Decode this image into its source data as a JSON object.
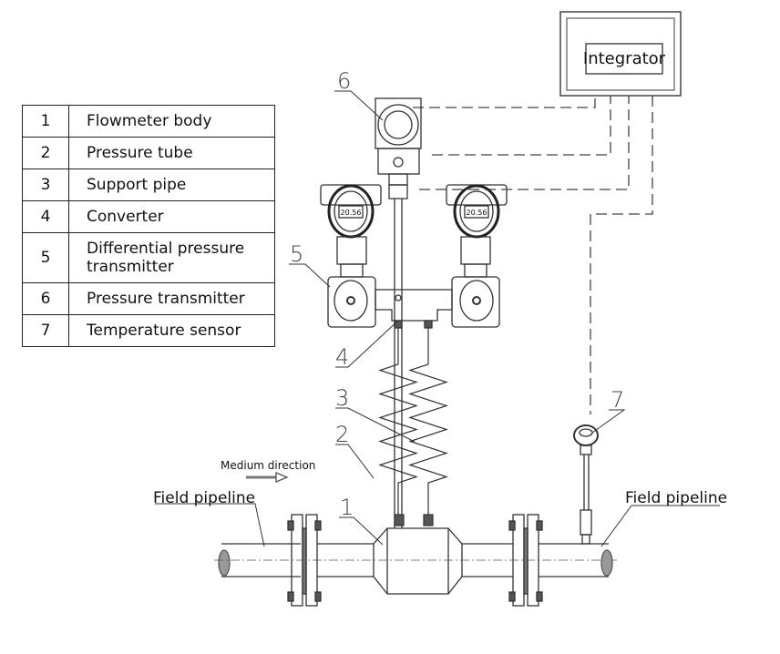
{
  "legend": {
    "rows": [
      {
        "number": "1",
        "label": "Flowmeter body"
      },
      {
        "number": "2",
        "label": "Pressure tube"
      },
      {
        "number": "3",
        "label": "Support pipe"
      },
      {
        "number": "4",
        "label": "Converter"
      },
      {
        "number": "5",
        "label": "Differential pressure transmitter"
      },
      {
        "number": "6",
        "label": "Pressure transmitter"
      },
      {
        "number": "7",
        "label": "Temperature sensor"
      }
    ]
  },
  "diagram": {
    "integrator_label": "Integrator",
    "medium_direction_label": "Medium direction",
    "field_pipeline_left": "Field pipeline",
    "field_pipeline_right": "Field pipeline",
    "display_value": "20.56",
    "callouts": [
      "1",
      "2",
      "3",
      "4",
      "5",
      "6",
      "7"
    ]
  }
}
